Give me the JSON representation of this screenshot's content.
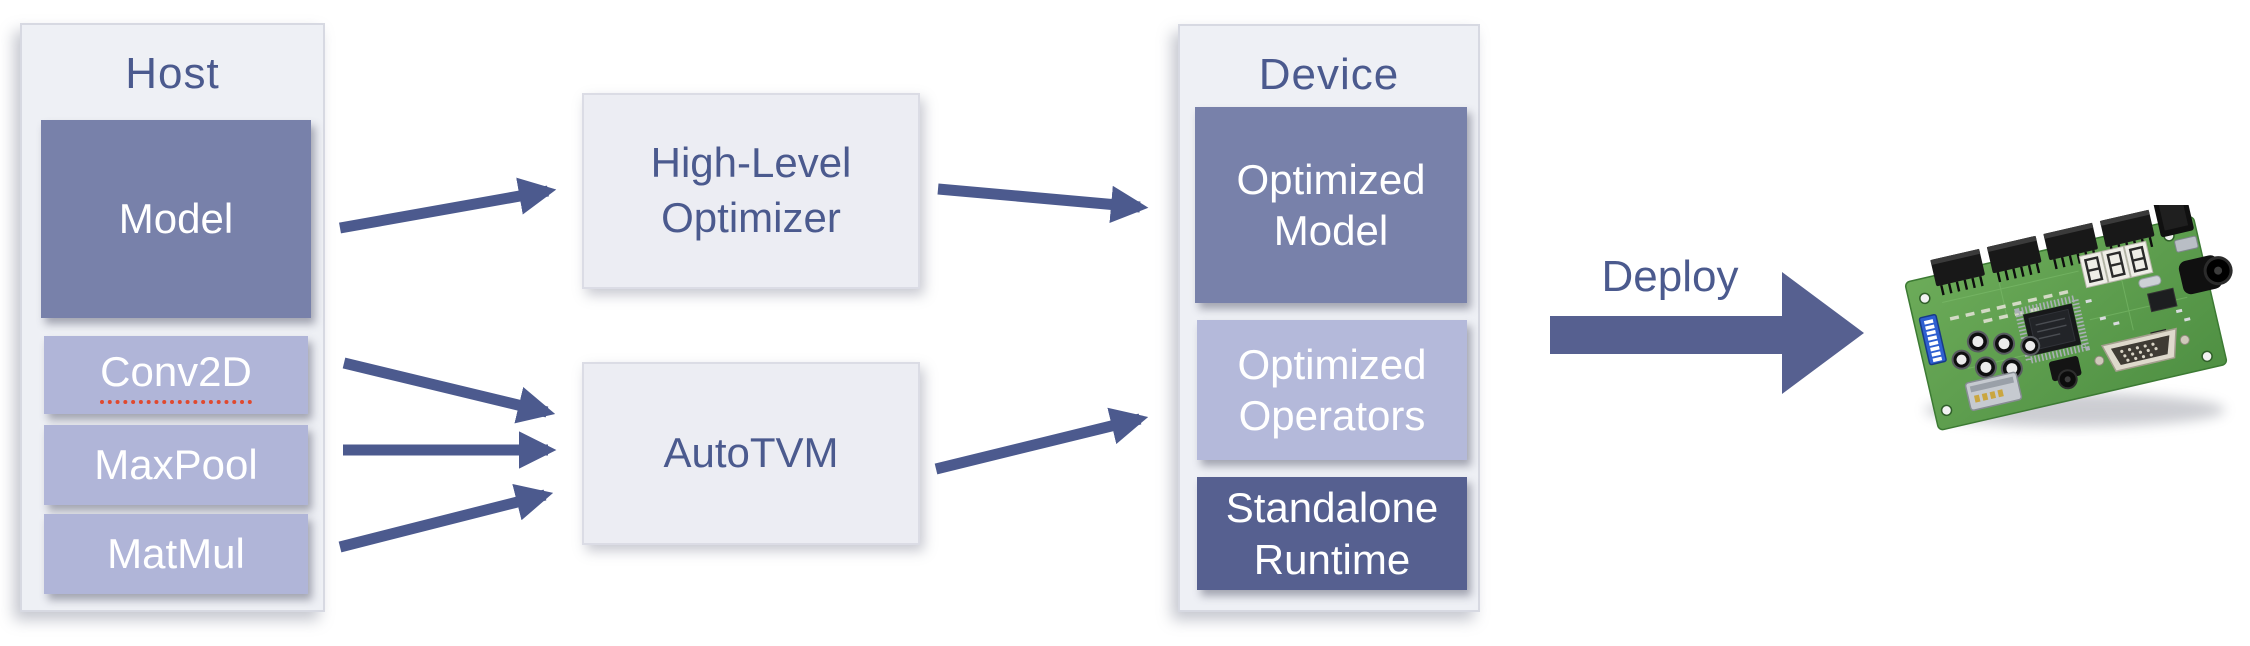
{
  "diagram": {
    "host": {
      "title": "Host",
      "model_label": "Model",
      "operators": [
        "Conv2D",
        "MaxPool",
        "MatMul"
      ]
    },
    "compilers": {
      "optimizer_label": "High-Level Optimizer",
      "autotvm_label": "AutoTVM"
    },
    "device": {
      "title": "Device",
      "optimized_model_label": "Optimized Model",
      "optimized_operators_label": "Optimized Operators",
      "standalone_runtime_label": "Standalone Runtime"
    },
    "deploy_label": "Deploy",
    "board_icon": "fpga-development-board-photo",
    "colors": {
      "dark_box": "#7881aa",
      "light_box": "#b0b5d8",
      "runtime_box": "#566090",
      "panel_bg": "#eef0f5",
      "process_box_bg": "#ecedf3",
      "arrow": "#4c5a8e",
      "heading_text": "#4b5a8e",
      "box_text": "#ffffff",
      "spellcheck_underline": "#e0492f",
      "board_green": "#5da04f"
    }
  }
}
